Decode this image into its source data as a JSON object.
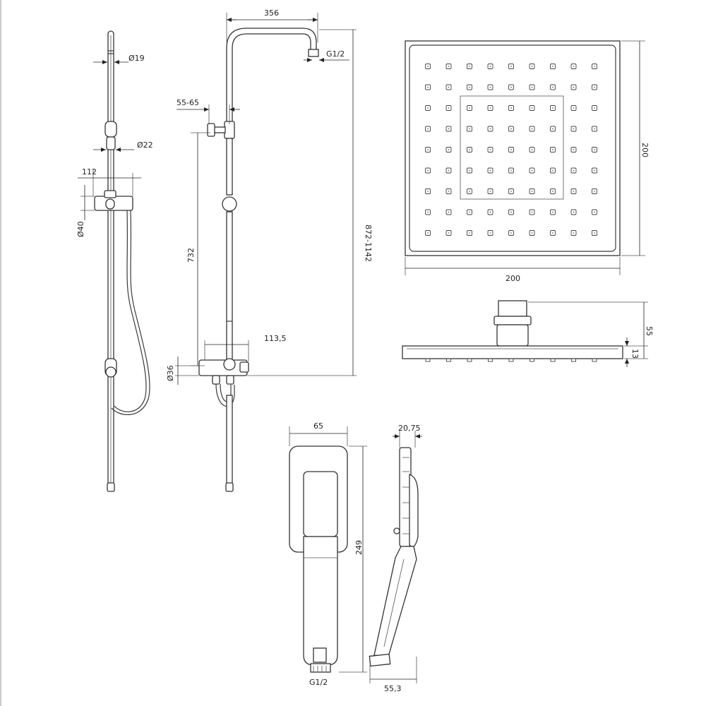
{
  "labels": {
    "d19": "Ø19",
    "d22": "Ø22",
    "l112": "112",
    "d40": "Ø40",
    "l356": "356",
    "g12_top": "G1/2",
    "l55_65": "55-65",
    "l732": "732",
    "l872": "872-1142",
    "l113": "113,5",
    "d36": "Ø36",
    "w200": "200",
    "h200": "200",
    "l55": "55",
    "l13": "13",
    "l65": "65",
    "l20_75": "20,75",
    "l249": "249",
    "g12_bottom": "G1/2",
    "l55_3": "55,3"
  }
}
